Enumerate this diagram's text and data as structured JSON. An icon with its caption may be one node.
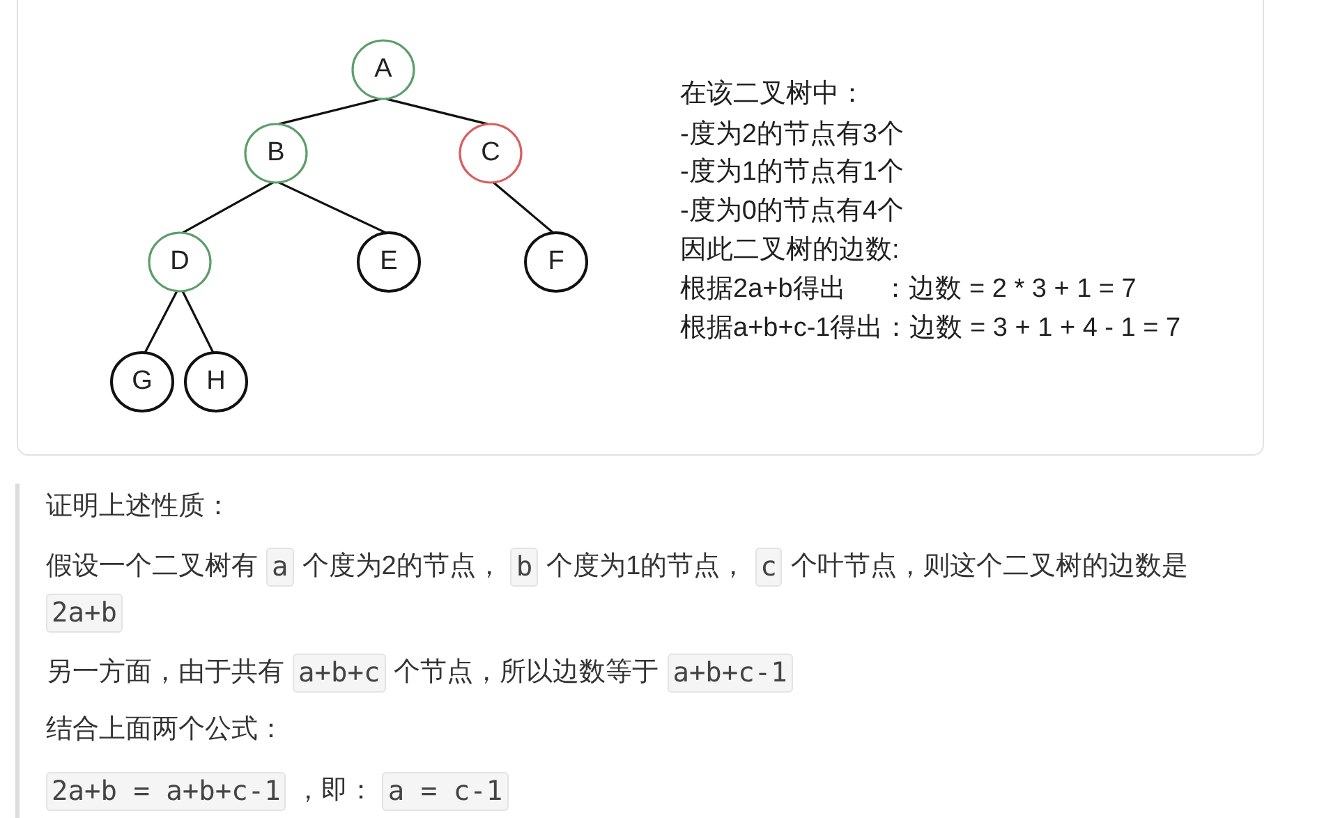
{
  "diagram": {
    "nodes": [
      {
        "text": [
          "A"
        ]
      },
      {
        "text": [
          "B"
        ]
      },
      {
        "text": [
          "C"
        ]
      },
      {
        "text": [
          "D"
        ]
      },
      {
        "text": [
          "E"
        ]
      },
      {
        "text": [
          "F"
        ]
      },
      {
        "text": [
          "G"
        ]
      },
      {
        "text": [
          "H"
        ]
      }
    ],
    "edges": [
      {
        "from": 0,
        "to": 1,
        "arrow": "none"
      },
      {
        "from": 0,
        "to": 2,
        "arrow": "none"
      },
      {
        "from": 1,
        "to": 3,
        "arrow": "none"
      },
      {
        "from": 1,
        "to": 4,
        "arrow": "none"
      },
      {
        "from": 2,
        "to": 5,
        "arrow": "none"
      },
      {
        "from": 3,
        "to": 6,
        "arrow": "none"
      },
      {
        "from": 3,
        "to": 7,
        "arrow": "none"
      }
    ],
    "labels": [
      "在该二叉树中：",
      "-度为2的节点有3个",
      "-度为1的节点有1个",
      "-度为0的节点有4个",
      "因此二叉树的边数:",
      "根据2a+b得出     ：边数 = 2 * 3 + 1 = 7",
      "根据a+b+c-1得出：边数 = 3 + 1 + 4 - 1 = 7",
      "证明上述性质：",
      "假设一个二叉树有",
      "a",
      "个度为2的节点，",
      "b",
      "个度为1的节点，",
      "c",
      "个叶节点，则这个二叉树的边数是",
      "2a+b",
      "另一方面，由于共有",
      "a+b+c",
      "个节点，所以边数等于",
      "a+b+c-1",
      "结合上面两个公式：",
      "2a+b = a+b+c-1",
      "，即：",
      "a = c-1"
    ]
  }
}
